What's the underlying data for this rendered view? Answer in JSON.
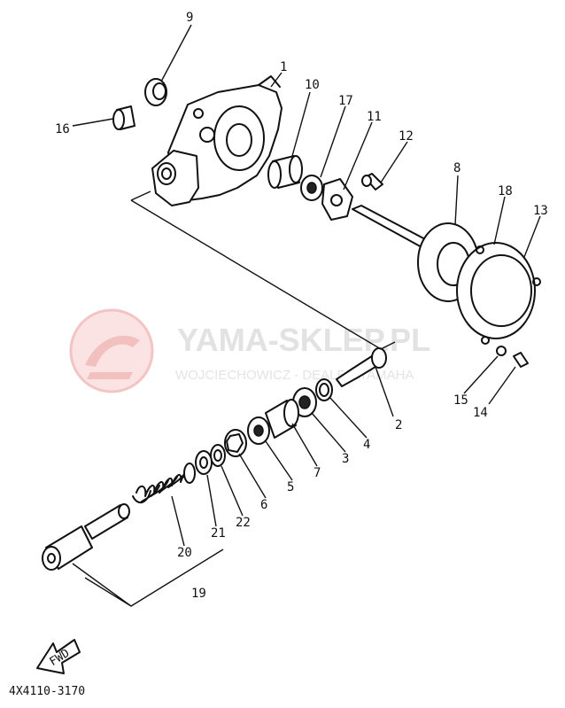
{
  "watermark": {
    "title": "YAMA-SKLEP.PL",
    "subtitle": "WOJCIECHOWICZ - DEALER YAMAHA"
  },
  "callouts": [
    "1",
    "2",
    "3",
    "4",
    "5",
    "6",
    "7",
    "8",
    "9",
    "10",
    "11",
    "12",
    "13",
    "14",
    "15",
    "16",
    "17",
    "18",
    "19",
    "20",
    "21",
    "22"
  ],
  "fwd_label": "FWD",
  "diagram_code": "4X4110-3170"
}
